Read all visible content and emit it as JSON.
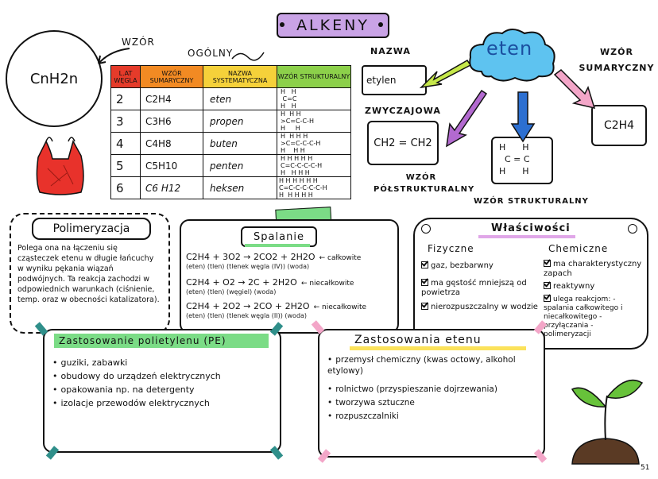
{
  "title": "ALKENY",
  "formula_general": {
    "label_wzor": "WZÓR",
    "label_ogolny": "OGÓLNY",
    "formula": "CnH2n"
  },
  "table": {
    "headers": [
      "L.AT WĘGLA",
      "WZÓR SUMARYCZNY",
      "NAZWA SYSTEMATYCZNA",
      "WZÓR STRUKTURALNY"
    ],
    "header_colors": [
      "#e53b2a",
      "#f28a23",
      "#f5d13a",
      "#8cd04a"
    ],
    "rows": [
      {
        "n": "2",
        "formula": "C2H4",
        "name": "eten"
      },
      {
        "n": "3",
        "formula": "C3H6",
        "name": "propen"
      },
      {
        "n": "4",
        "formula": "C4H8",
        "name": "buten"
      },
      {
        "n": "5",
        "formula": "C5H10",
        "name": "penten"
      },
      {
        "n": "6",
        "formula": "C6 H12",
        "name": "heksen"
      }
    ]
  },
  "eten": {
    "cloud_label": "eten",
    "label_nazwa": "NAZWA",
    "label_zwyczajowa": "ZWYCZAJOWA",
    "common_name": "etylen",
    "label_wzor_sumaryczny": "WZÓR SUMARYCZNY",
    "sum_formula": "C2H4",
    "semi_struct": "CH2 = CH2",
    "label_polstrukturalny": "WZÓR PÓŁSTRUKTURALNY",
    "label_strukturalny": "WZÓR STRUKTURALNY"
  },
  "polimeryzacja": {
    "title": "Polimeryzacja",
    "text": "Polega ona na łączeniu się cząsteczek etenu w długie łańcuchy w wyniku pękania wiązań podwójnych. Ta reakcja zachodzi w odpowiednich warunkach (ciśnienie, temp. oraz w obecności katalizatora)."
  },
  "spalanie": {
    "title": "Spalanie",
    "reactions": [
      {
        "eq": "C2H4 + 3O2 → 2CO2 + 2H2O",
        "tag": "← całkowite",
        "sub": "(eten) (tlen) (tlenek węgla (IV)) (woda)"
      },
      {
        "eq": "C2H4 + O2 → 2C + 2H2O",
        "tag": "← niecałkowite",
        "sub": "(eten) (tlen) (węgiel) (woda)"
      },
      {
        "eq": "C2H4 + 2O2 → 2CO + 2H2O",
        "tag": "← niecałkowite",
        "sub": "(eten) (tlen) (tlenek węgla (II)) (woda)"
      }
    ]
  },
  "wlasciwosci": {
    "title": "Właściwości",
    "fizyczne_title": "Fizyczne",
    "fizyczne": [
      "gaz, bezbarwny",
      "ma gęstość mniejszą od powietrza",
      "nierozpuszczalny w wodzie"
    ],
    "chemiczne_title": "Chemiczne",
    "chemiczne": [
      "ma charakterystyczny zapach",
      "reaktywny",
      "ulega reakcjom: - spalania całkowitego i niecałkowitego - przyłączania - polimeryzacji"
    ]
  },
  "polietylen": {
    "title": "Zastosowanie polietylenu (PE)",
    "items": [
      "guziki, zabawki",
      "obudowy do urządzeń elektrycznych",
      "opakowania np. na detergenty",
      "izolacje przewodów elektrycznych"
    ]
  },
  "zastosowania": {
    "title": "Zastosowania etenu",
    "items": [
      "przemysł chemiczny (kwas octowy, alkohol etylowy)",
      "rolnictwo (przyspieszanie dojrzewania)",
      "tworzywa sztuczne",
      "rozpuszczalniki"
    ]
  },
  "page_number": "51",
  "colors": {
    "title_bg": "#c9a3e6",
    "cloud": "#5ec3f0",
    "green_band": "#7bdc86",
    "yellow_band": "#fbe25a",
    "purple": "#b36ad0"
  }
}
